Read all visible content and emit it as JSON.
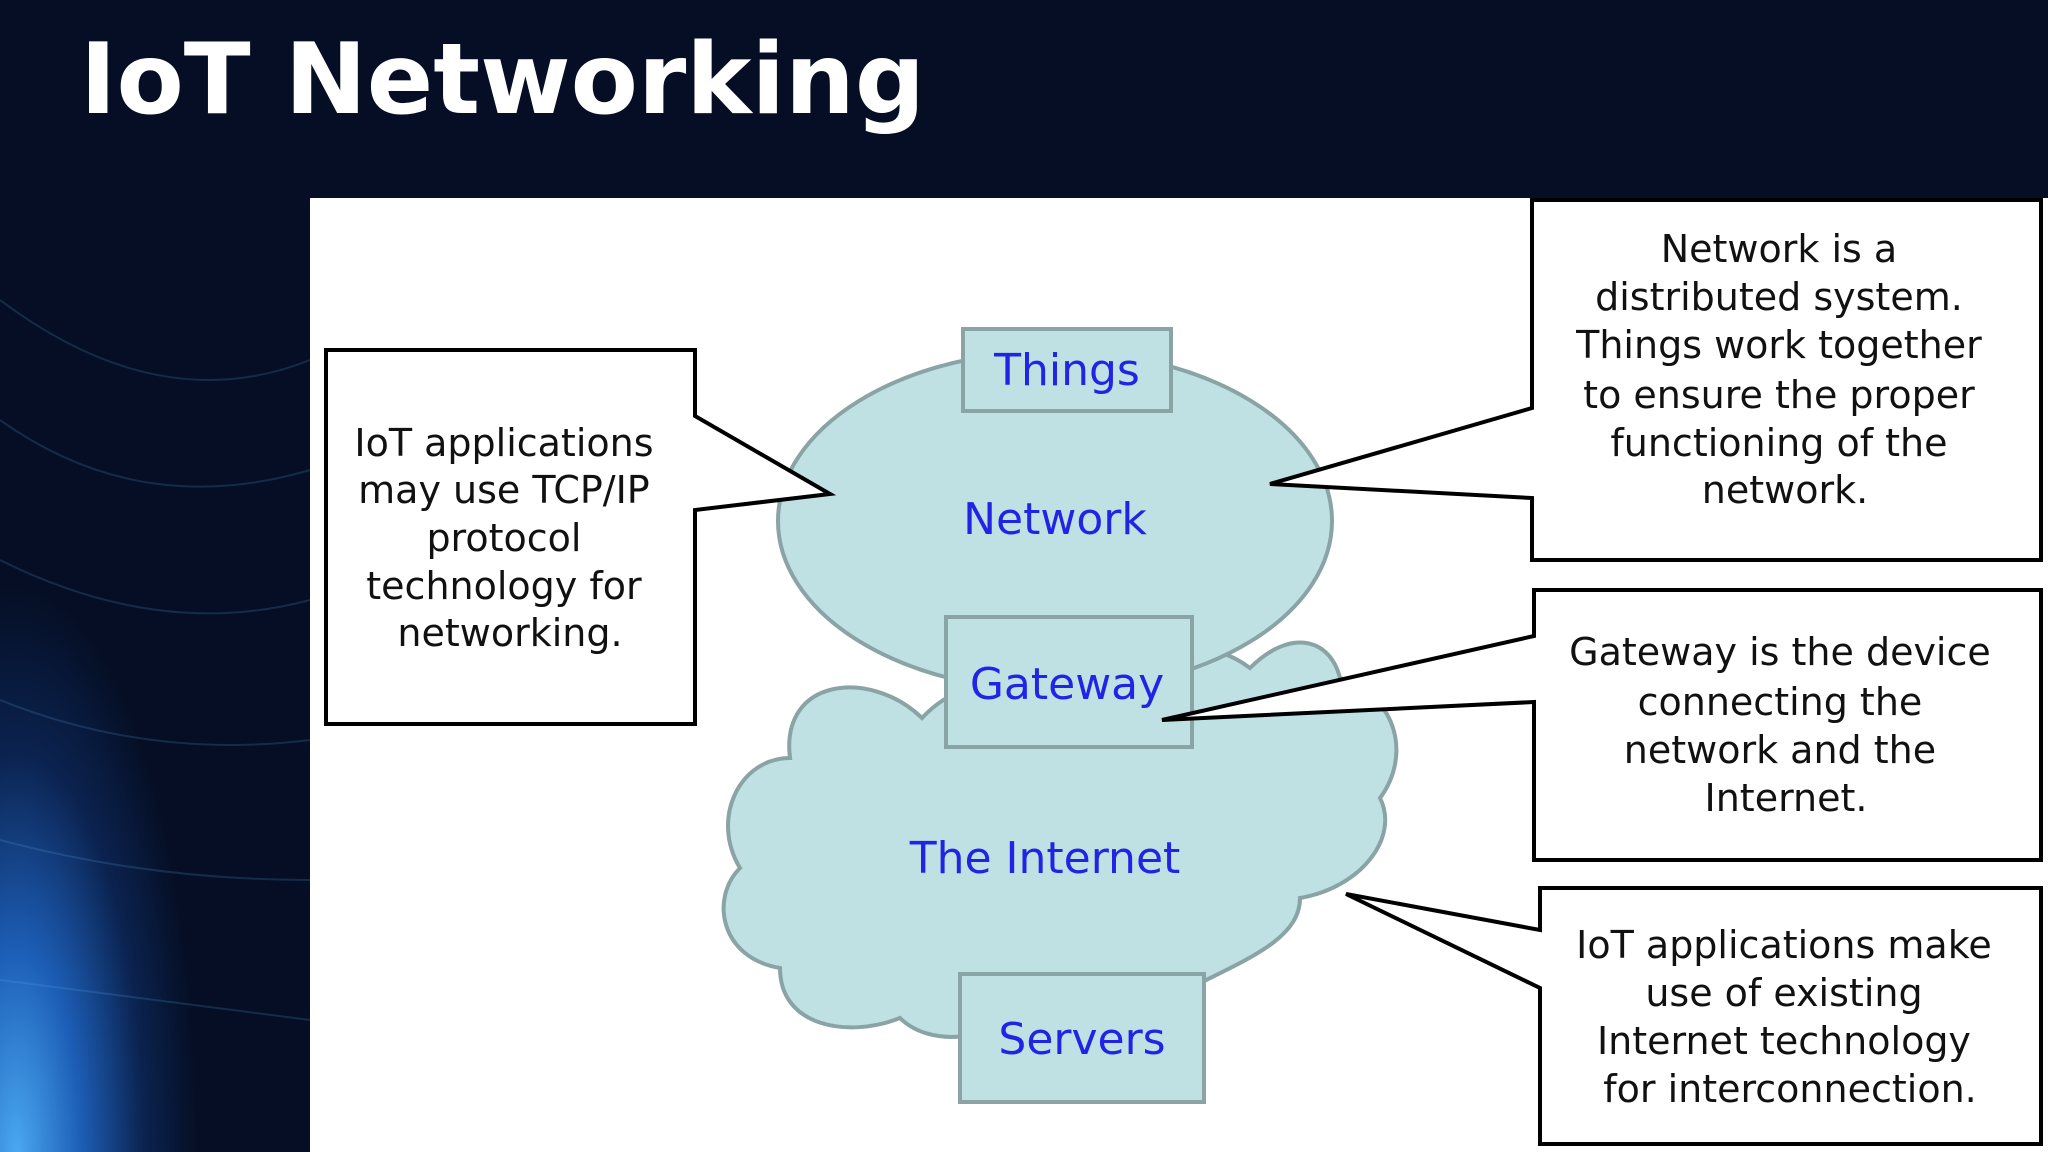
{
  "slide": {
    "title": "IoT Networking"
  },
  "diagram": {
    "nodes": {
      "things": "Things",
      "network": "Network",
      "gateway": "Gateway",
      "internet": "The Internet",
      "servers": "Servers"
    },
    "callouts": {
      "tcp_ip": [
        "IoT applications",
        "may use TCP/IP",
        "protocol",
        "technology for",
        "networking."
      ],
      "network": [
        "Network is a",
        "distributed system.",
        "Things work together",
        "to ensure the proper",
        "functioning of the",
        "network."
      ],
      "gateway": [
        "Gateway is the device",
        "connecting the",
        "network and the",
        "Internet."
      ],
      "internet": [
        "IoT applications make",
        "use of existing",
        "Internet technology",
        "for interconnection."
      ]
    }
  },
  "colors": {
    "background": "#050e24",
    "accent_blue": "#1f5fc9",
    "cloud_fill": "#bfe1e4",
    "cloud_stroke": "#8aa3a5",
    "node_text": "#2323e6"
  }
}
